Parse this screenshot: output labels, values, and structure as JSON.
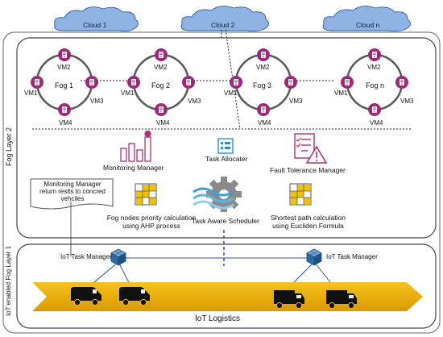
{
  "clouds": [
    {
      "label": "Cloud 1"
    },
    {
      "label": "Cloud 2"
    },
    {
      "label": "Cloud n"
    }
  ],
  "layers": {
    "fog_layer_2": "Fog Layer 2",
    "fog_layer_1": "IoT enabled Fog Layer 1"
  },
  "fogs": [
    {
      "name": "Fog 1",
      "vm_top": "VM2",
      "vm_left": "VM1",
      "vm_right": "VM3",
      "vm_bottom": "VM4"
    },
    {
      "name": "Fog 2",
      "vm_top": "VM2",
      "vm_left": "VM1",
      "vm_right": "VM3",
      "vm_bottom": "VM4"
    },
    {
      "name": "Fog 3",
      "vm_top": "VM2",
      "vm_left": "VM1",
      "vm_right": "VM3",
      "vm_bottom": "VM4"
    },
    {
      "name": "Fog n",
      "vm_top": "VM2",
      "vm_left": "VM1",
      "vm_right": "VM3",
      "vm_bottom": "VM4"
    }
  ],
  "managers": {
    "monitoring": "Monitoring Manager",
    "task_allocater": "Task Allocater",
    "fault_tolerance": "Fault Tolerance Manager",
    "monitoring_note": "Monitoring Manager\nreturn reslts to concred\nvehciles",
    "priority": "Fog nodes priority calculation\nusing AHP process",
    "scheduler": "Task Aware Scheduler",
    "shortest_path": "Shortest path calculation\nusing Eucliden Formula"
  },
  "iot": {
    "task_manager_left": "IoT Task Manager",
    "task_manager_right": "IoT Task Manager",
    "logistics": "IoT Logistics"
  },
  "colors": {
    "cloud": "#8fb4e3",
    "vm_node": "#a0287a",
    "ring": "#58595b",
    "belt": "#f2b705",
    "grid_icon": "#f2c200",
    "cube": "#2b6ea8"
  }
}
